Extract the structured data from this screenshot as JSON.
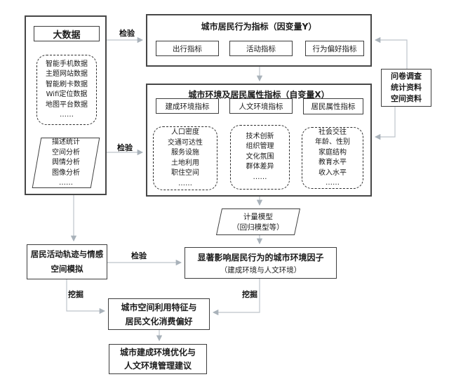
{
  "colors": {
    "border": "#3d3d3d",
    "text": "#1b1b1b",
    "connector": "#bdc4cb",
    "arrowhead": "#a9b2ba",
    "background": "#ffffff"
  },
  "edge_labels": {
    "test_top": "检验",
    "test_mid": "检验",
    "test_bottom": "检验",
    "mine_left": "挖掘",
    "mine_right": "挖掘"
  },
  "big_data": {
    "title": "大数据",
    "sources": [
      "智能手机数据",
      "主题网站数据",
      "智能刷卡数据",
      "Wifi定位数据",
      "地图平台数据",
      "……"
    ],
    "methods": [
      "描述统计",
      "空间分析",
      "舆情分析",
      "图像分析",
      "……"
    ]
  },
  "behavior": {
    "title": "城市居民行为指标（因变量Y）",
    "indicators": [
      "出行指标",
      "活动指标",
      "行为偏好指标"
    ]
  },
  "environment": {
    "title": "城市环境及居民属性指标（自变量X）",
    "built": {
      "label": "建成环境指标",
      "items": [
        "人口密度",
        "交通可达性",
        "服务设施",
        "土地利用",
        "职住空间",
        "……"
      ]
    },
    "humanistic": {
      "label": "人文环境指标",
      "items": [
        "技术创新",
        "组织管理",
        "文化氛围",
        "群体差异",
        "……"
      ]
    },
    "resident": {
      "label": "居民属性指标",
      "items": [
        "社会交往",
        "年龄、性别",
        "家庭结构",
        "教育水平",
        "收入水平",
        "……"
      ]
    }
  },
  "survey": {
    "lines": [
      "问卷调查",
      "统计资料",
      "空间资料"
    ]
  },
  "model": {
    "lines": [
      "计量模型",
      "（回归模型等）"
    ]
  },
  "simulation": {
    "lines": [
      "居民活动轨迹与情感",
      "空间模拟"
    ]
  },
  "factors": {
    "title": "显著影响居民行为的城市环境因子",
    "subtitle": "（建成环境与人文环境）"
  },
  "features": {
    "lines": [
      "城市空间利用特征与",
      "居民文化消费偏好"
    ]
  },
  "recommendation": {
    "lines": [
      "城市建成环境优化与",
      "人文环境管理建议"
    ]
  }
}
